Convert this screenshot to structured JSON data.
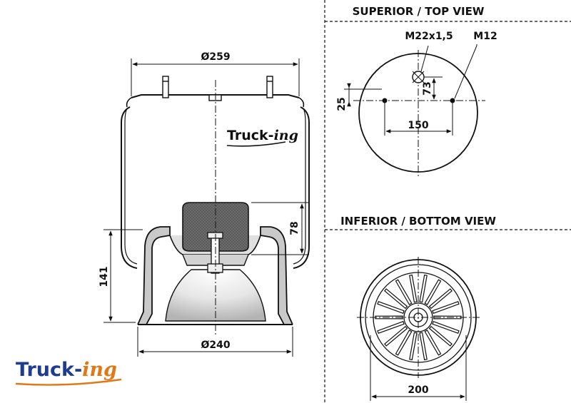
{
  "headings": {
    "top_view": "SUPERIOR / TOP VIEW",
    "bottom_view": "INFERIOR / BOTTOM VIEW"
  },
  "dimensions": {
    "top_diameter": "Ø259",
    "bottom_diameter": "Ø240",
    "height_141": "141",
    "height_78": "78",
    "stud_thread": "M22x1,5",
    "bolt_thread": "M12",
    "offset_73": "73",
    "offset_25": "25",
    "stud_spacing": "150",
    "base_width": "200"
  },
  "logo": {
    "part1": "Truck-",
    "part2": "ing"
  },
  "colors": {
    "line": "#111111",
    "logo_blue": "#1e3d8f",
    "logo_orange": "#e07818",
    "shade_dark": "#555555",
    "shade_light": "#bcbcbc"
  }
}
